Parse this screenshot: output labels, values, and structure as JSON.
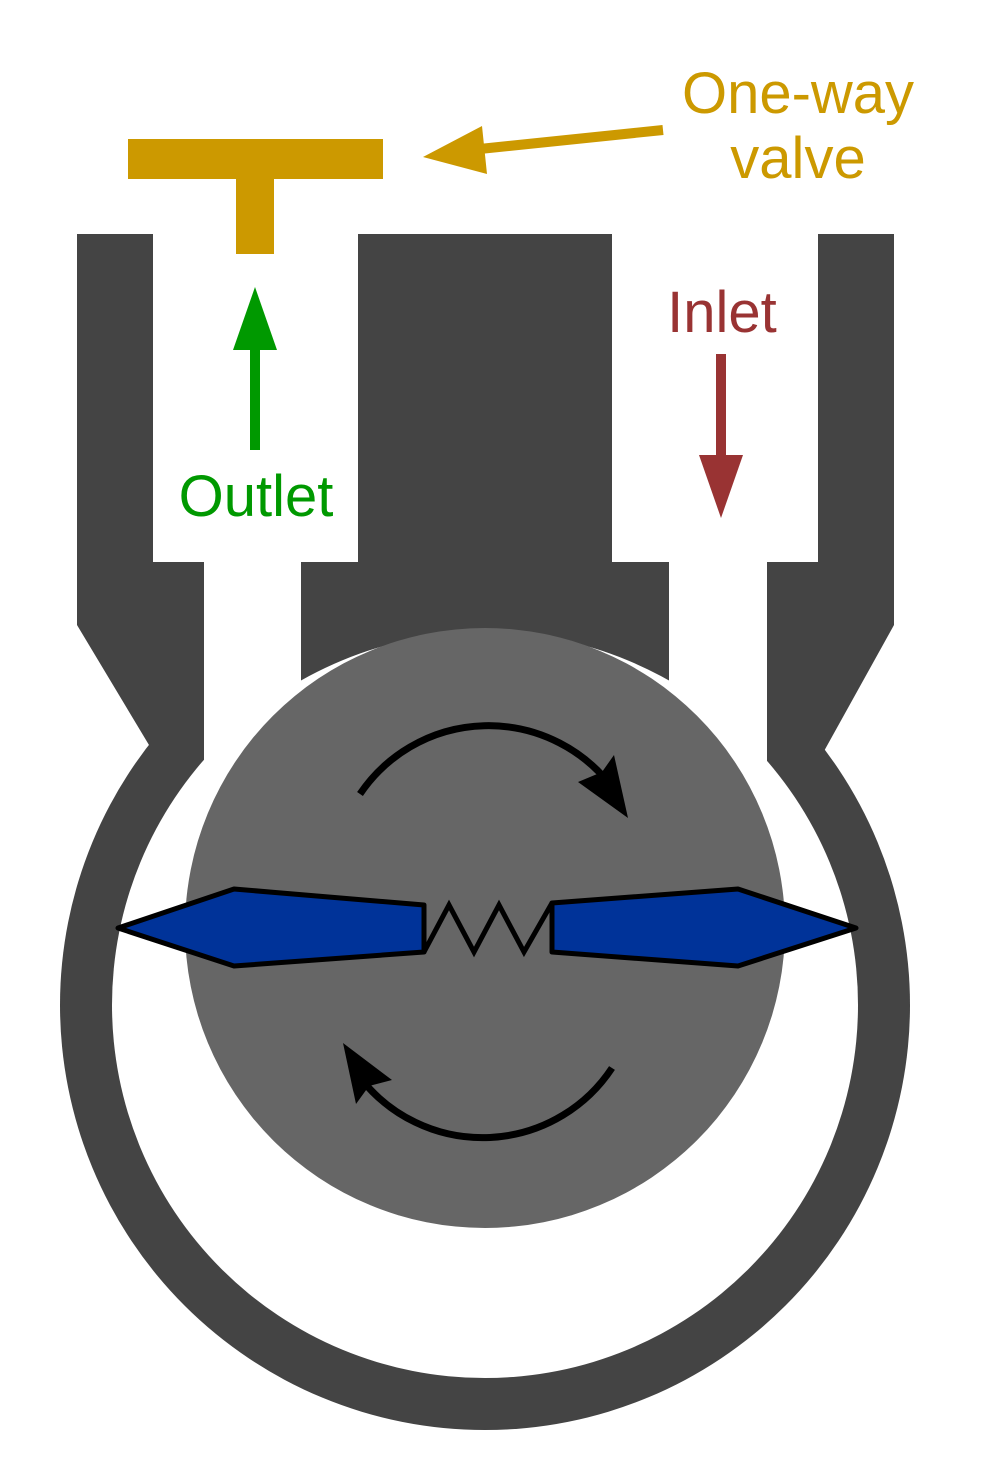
{
  "labels": {
    "valve_line1": "One-way",
    "valve_line2": "valve",
    "inlet": "Inlet",
    "outlet": "Outlet"
  },
  "colors": {
    "housing": "#444444",
    "rotor": "#666666",
    "vane": "#003399",
    "valve": "#cc9900",
    "inlet": "#993333",
    "outlet": "#009900",
    "rotation_arrow": "#000000",
    "background": "#ffffff"
  },
  "icons": {
    "rotation_top": "clockwise-arrow-icon",
    "rotation_bottom": "clockwise-arrow-icon",
    "spring": "spring-icon"
  }
}
